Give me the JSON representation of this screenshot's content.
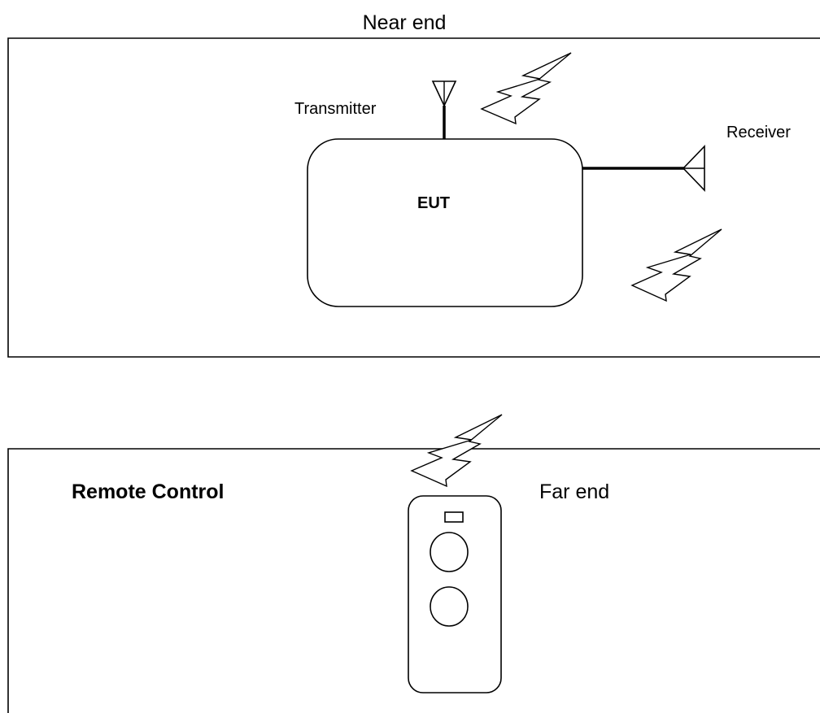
{
  "labels": {
    "near_end": "Near end",
    "transmitter": "Transmitter",
    "receiver": "Receiver",
    "eut": "EUT",
    "remote_control": "Remote Control",
    "far_end": "Far end"
  }
}
